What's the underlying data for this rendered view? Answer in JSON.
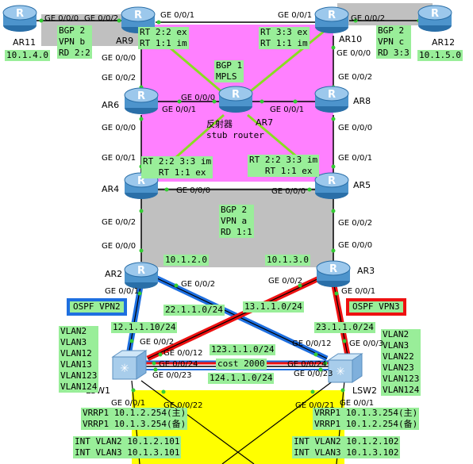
{
  "routers": {
    "ar11": "AR11",
    "ar9": "AR9",
    "ar10": "AR10",
    "ar12": "AR12",
    "ar6": "AR6",
    "ar7": "AR7",
    "ar8": "AR8",
    "ar4": "AR4",
    "ar5": "AR5",
    "ar2": "AR2",
    "ar3": "AR3"
  },
  "switches": {
    "lsw1": "LSW1",
    "lsw2": "LSW2"
  },
  "boxes": {
    "ar11_net": "10.1.4.0",
    "ar12_net": "10.1.5.0",
    "vpn_b": "BGP 2\nVPN b\nRD 2:2",
    "vpn_c": "BGP 2\nVPN c\nRD 3:3",
    "rt_ar9": "RT 2:2 ex\nRT 1:1 im",
    "rt_ar10": "RT 3:3 ex\nRT 1:1 im",
    "bgp1": "BGP 1\nMPLS",
    "reflector": "反射器\nstub router",
    "rt_ar4": "RT 2:2 3:3 im\n   RT 1:1 ex",
    "rt_ar5": "RT 2:2 3:3 im\n   RT 1:1 ex",
    "vpn_a": "BGP 2\nVPN a\nRD 1:1",
    "net_ar2": "10.1.2.0",
    "net_ar3": "10.1.3.0",
    "net_22": "22.1.1.0/24",
    "net_13": "13.1.1.0/24",
    "ip_12": "12.1.1.10/24",
    "ip_23": "23.1.1.0/24",
    "vlan_left": "VLAN2\nVLAN3\nVLAN12\nVLAN13\nVLAN123\nVLAN124",
    "vlan_right": "VLAN2\nVLAN3\nVLAN22\nVLAN23\nVLAN123\nVLAN124",
    "net_123": "123.1.1.0/24",
    "cost": "cost 2000",
    "net_124": "124.1.1.0/24",
    "vrrp_left": "VRRP1 10.1.2.254(主)\nVRRP1 10.1.3.254(备)",
    "vrrp_right": "VRRP1 10.1.3.254(主)\nVRRP1 10.1.2.254(备)",
    "int_left": "INT VLAN2 10.1.2.101\nINT VLAN3 10.1.3.101",
    "int_right": "INT VLAN2 10.1.2.102\nINT VLAN3 10.1.3.102"
  },
  "ospf": {
    "left": "OSPF VPN2",
    "right": "OSPF VPN3"
  },
  "ports": {
    "p_ar11_g000": "GE 0/0/0",
    "p_ar9_g002a": "GE 0/0/2",
    "p_ar9_g001": "GE 0/0/1",
    "p_ar10_g001": "GE 0/0/1",
    "p_ar10_g002": "GE 0/0/2",
    "p_ar9_g000": "GE 0/0/0",
    "p_ar10_g000": "GE 0/0/0",
    "p_ar6_g002": "GE 0/0/2",
    "p_ar8_g002": "GE 0/0/2",
    "p_ar7_g000": "GE 0/0/0",
    "p_ar6_g001": "GE 0/0/1",
    "p_ar7_g001": "GE 0/0/1",
    "p_ar6_g000": "GE 0/0/0",
    "p_ar8_g000": "GE 0/0/0",
    "p_ar4_g001": "GE 0/0/1",
    "p_ar5_g001": "GE 0/0/1",
    "p_ar4_g000": "GE 0/0/0",
    "p_ar5_g000": "GE 0/0/0",
    "p_ar4_g002": "GE 0/0/2",
    "p_ar5_g002": "GE 0/0/2",
    "p_ar2_g000": "GE 0/0/0",
    "p_ar3_g000": "GE 0/0/0",
    "p_ar2_g002": "GE 0/0/2",
    "p_ar3_g002": "GE 0/0/2",
    "p_ar2_g001": "GE 0/0/1",
    "p_ar3_g001": "GE 0/0/1",
    "p_lsw1_g002": "GE 0/0/2",
    "p_lsw1_g0012": "GE 0/0/12",
    "p_lsw1_g0024": "GE 0/0/24",
    "p_lsw1_g0023": "GE 0/0/23",
    "p_lsw2_g003": "GE 0/0/3",
    "p_lsw2_g0012": "GE 0/0/12",
    "p_lsw2_g0024": "GE 0/0/24",
    "p_lsw2_g0023": "GE 0/0/23",
    "p_lsw1_g001": "GE 0/0/1",
    "p_lsw1_g0022": "GE 0/0/22",
    "p_lsw2_g001": "GE 0/0/1",
    "p_lsw2_g0021": "GE 0/0/21"
  },
  "colors": {
    "mpls": "#ff80ff",
    "grey": "#c0c0c0",
    "yellow": "#ffff00",
    "label_bg": "#99ee99",
    "ospf_left": "#1e6fe0",
    "ospf_right": "#ee1111"
  }
}
